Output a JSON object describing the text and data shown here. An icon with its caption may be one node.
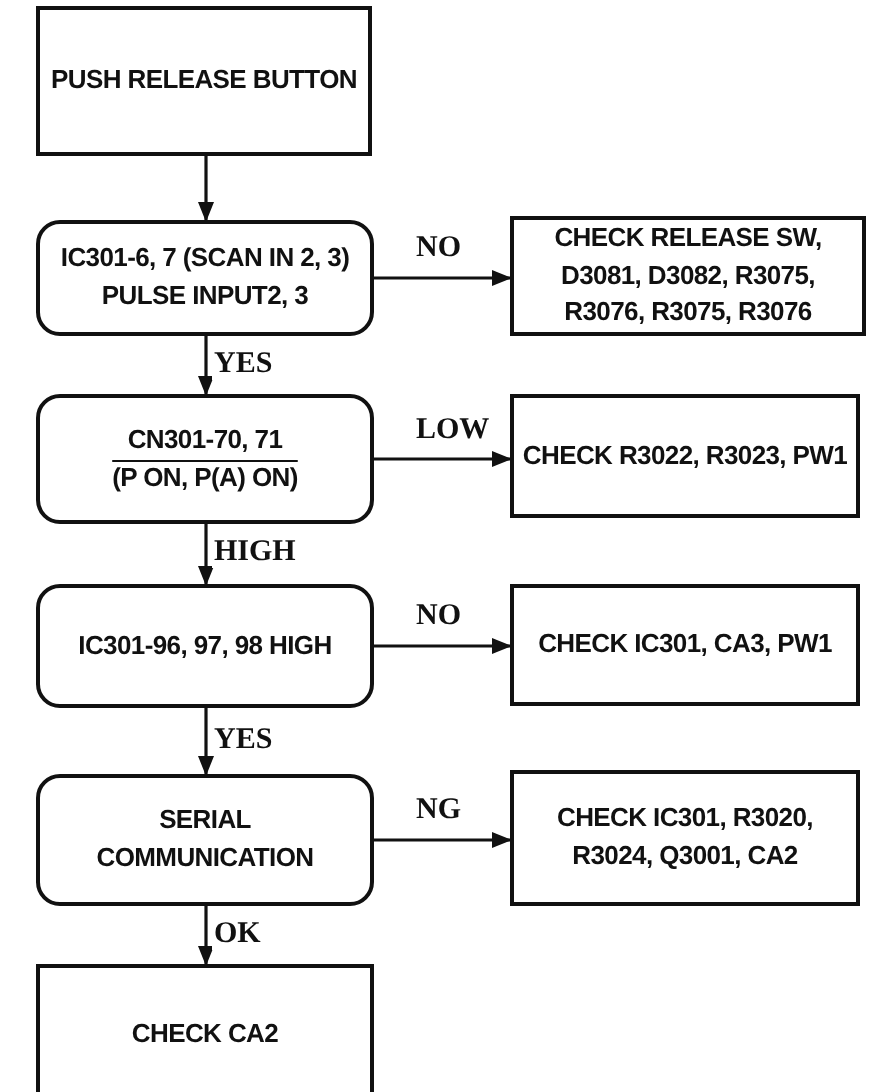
{
  "diagram": {
    "nodes": [
      {
        "text": [
          "PUSH RELEASE BUTTON"
        ]
      },
      {
        "text": [
          "IC301-6, 7 (SCAN IN 2, 3) PULSE INPUT2, 3"
        ]
      },
      {
        "text": [
          "CHECK RELEASE SW, D3081, D3082, R3075, R3076, R3075, R3076"
        ]
      },
      {
        "text": [
          "CN301-70, 71",
          "(P ON, P(A) ON)"
        ]
      },
      {
        "text": [
          "CHECK R3022, R3023, PW1"
        ]
      },
      {
        "text": [
          "IC301-96, 97, 98 HIGH"
        ]
      },
      {
        "text": [
          "CHECK IC301, CA3, PW1"
        ]
      },
      {
        "text": [
          "SERIAL COMMUNICATION"
        ]
      },
      {
        "text": [
          "CHECK IC301, R3020, R3024, Q3001, CA2"
        ]
      },
      {
        "text": [
          "CHECK CA2"
        ]
      }
    ],
    "edges": [
      {
        "from": 0,
        "to": 1,
        "arrow": "to"
      },
      {
        "from": 1,
        "to": 2,
        "arrow": "to",
        "label": "NO"
      },
      {
        "from": 1,
        "to": 3,
        "arrow": "to",
        "label": "YES"
      },
      {
        "from": 3,
        "to": 4,
        "arrow": "to",
        "label": "LOW"
      },
      {
        "from": 3,
        "to": 5,
        "arrow": "to",
        "label": "HIGH"
      },
      {
        "from": 5,
        "to": 6,
        "arrow": "to",
        "label": "NO"
      },
      {
        "from": 5,
        "to": 7,
        "arrow": "to",
        "label": "YES"
      },
      {
        "from": 7,
        "to": 8,
        "arrow": "to",
        "label": "NG"
      },
      {
        "from": 7,
        "to": 9,
        "arrow": "to",
        "label": "OK"
      }
    ]
  }
}
